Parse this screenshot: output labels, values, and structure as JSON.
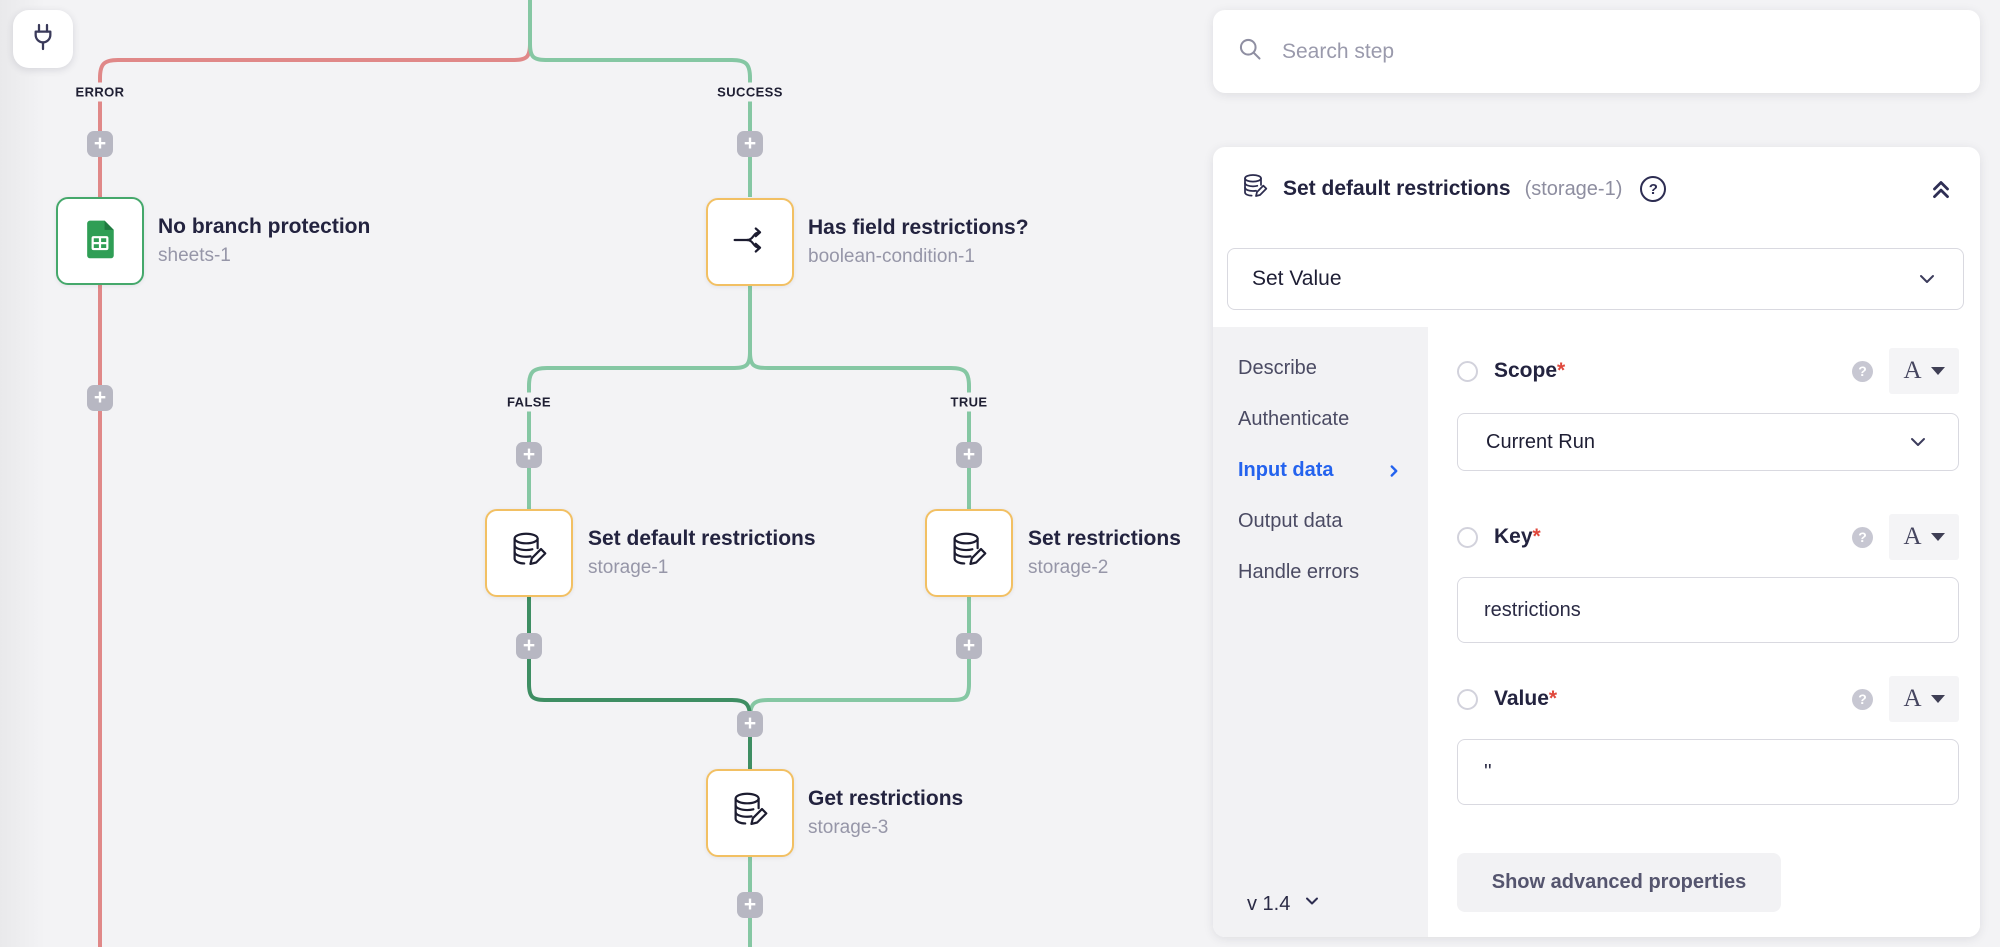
{
  "colors": {
    "error_line": "#e08888",
    "success_line": "#85c7a3",
    "success_line_dark": "#3e8e63",
    "node_border_green": "#45a86b",
    "node_border_amber": "#f2c063",
    "accent_blue": "#2463ee",
    "required_red": "#e0483c",
    "title_navy": "#23233f",
    "muted_gray": "#9696a8",
    "sheets_green": "#2f9e55"
  },
  "icons": {
    "plus": "+",
    "question": "?",
    "font_selector": "A"
  },
  "canvas": {
    "branch_labels": {
      "error": "ERROR",
      "success": "SUCCESS",
      "false": "FALSE",
      "true": "TRUE"
    },
    "nodes": [
      {
        "title": "No branch protection",
        "subtitle": "sheets-1",
        "type": "google-sheets"
      },
      {
        "title": "Has field restrictions?",
        "subtitle": "boolean-condition-1",
        "type": "boolean-condition"
      },
      {
        "title": "Set default restrictions",
        "subtitle": "storage-1",
        "type": "storage"
      },
      {
        "title": "Set restrictions",
        "subtitle": "storage-2",
        "type": "storage"
      },
      {
        "title": "Get restrictions",
        "subtitle": "storage-3",
        "type": "storage"
      }
    ]
  },
  "panel": {
    "search": {
      "placeholder": "Search step"
    },
    "header": {
      "title": "Set default restrictions",
      "step_id": "(storage-1)"
    },
    "operation_select": {
      "value": "Set Value"
    },
    "tabs": [
      {
        "label": "Describe"
      },
      {
        "label": "Authenticate"
      },
      {
        "label": "Input data",
        "active": true
      },
      {
        "label": "Output data"
      },
      {
        "label": "Handle errors"
      }
    ],
    "fields": [
      {
        "label": "Scope",
        "required": "*",
        "control": "select",
        "value": "Current Run"
      },
      {
        "label": "Key",
        "required": "*",
        "control": "input",
        "value": "restrictions"
      },
      {
        "label": "Value",
        "required": "*",
        "control": "input",
        "value": "''"
      }
    ],
    "advanced_button": {
      "label": "Show advanced properties"
    },
    "version": {
      "label": "v 1.4"
    }
  }
}
